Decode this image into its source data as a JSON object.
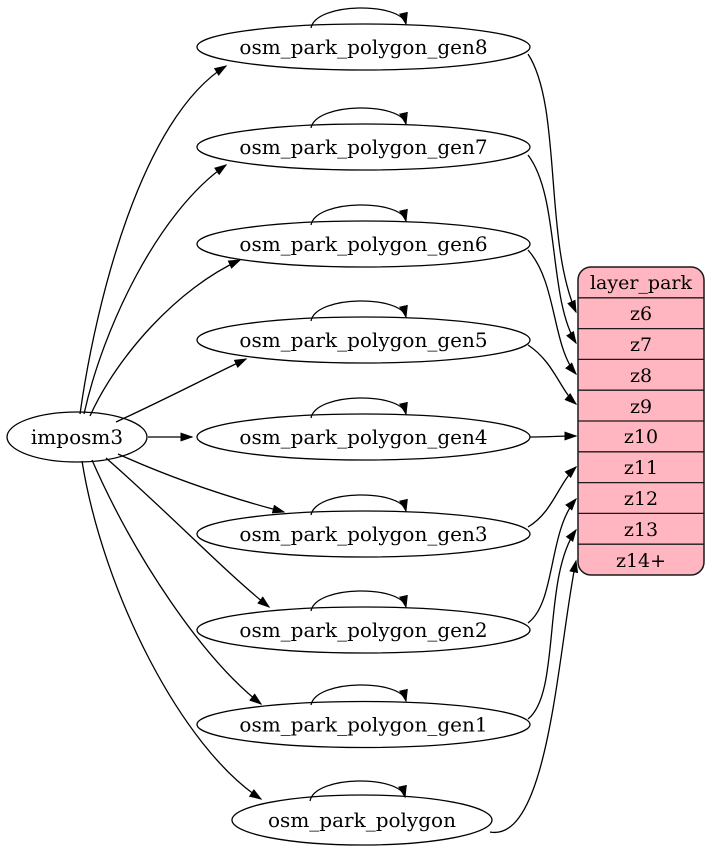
{
  "graph": {
    "source": {
      "label": "imposm3"
    },
    "tables": [
      {
        "label": "osm_park_polygon_gen8",
        "from": "imposm3",
        "feeds": "z6",
        "self_loop": true
      },
      {
        "label": "osm_park_polygon_gen7",
        "from": "imposm3",
        "feeds": "z7",
        "self_loop": true
      },
      {
        "label": "osm_park_polygon_gen6",
        "from": "imposm3",
        "feeds": "z8",
        "self_loop": true
      },
      {
        "label": "osm_park_polygon_gen5",
        "from": "imposm3",
        "feeds": "z9",
        "self_loop": true
      },
      {
        "label": "osm_park_polygon_gen4",
        "from": "imposm3",
        "feeds": "z10",
        "self_loop": true
      },
      {
        "label": "osm_park_polygon_gen3",
        "from": "imposm3",
        "feeds": "z11",
        "self_loop": true
      },
      {
        "label": "osm_park_polygon_gen2",
        "from": "imposm3",
        "feeds": "z12",
        "self_loop": true
      },
      {
        "label": "osm_park_polygon_gen1",
        "from": "imposm3",
        "feeds": "z13",
        "self_loop": true
      },
      {
        "label": "osm_park_polygon",
        "from": "imposm3",
        "feeds": "z14+",
        "self_loop": true
      }
    ],
    "layer_table": {
      "header": "layer_park",
      "rows": [
        "z6",
        "z7",
        "z8",
        "z9",
        "z10",
        "z11",
        "z12",
        "z13",
        "z14+"
      ],
      "fill_color": "#ffb6c1",
      "stroke_color": "#1a1a1a"
    },
    "colors": {
      "node_fill": "#ffffff",
      "edge": "#000000",
      "text": "#000000",
      "background": "#ffffff"
    }
  }
}
